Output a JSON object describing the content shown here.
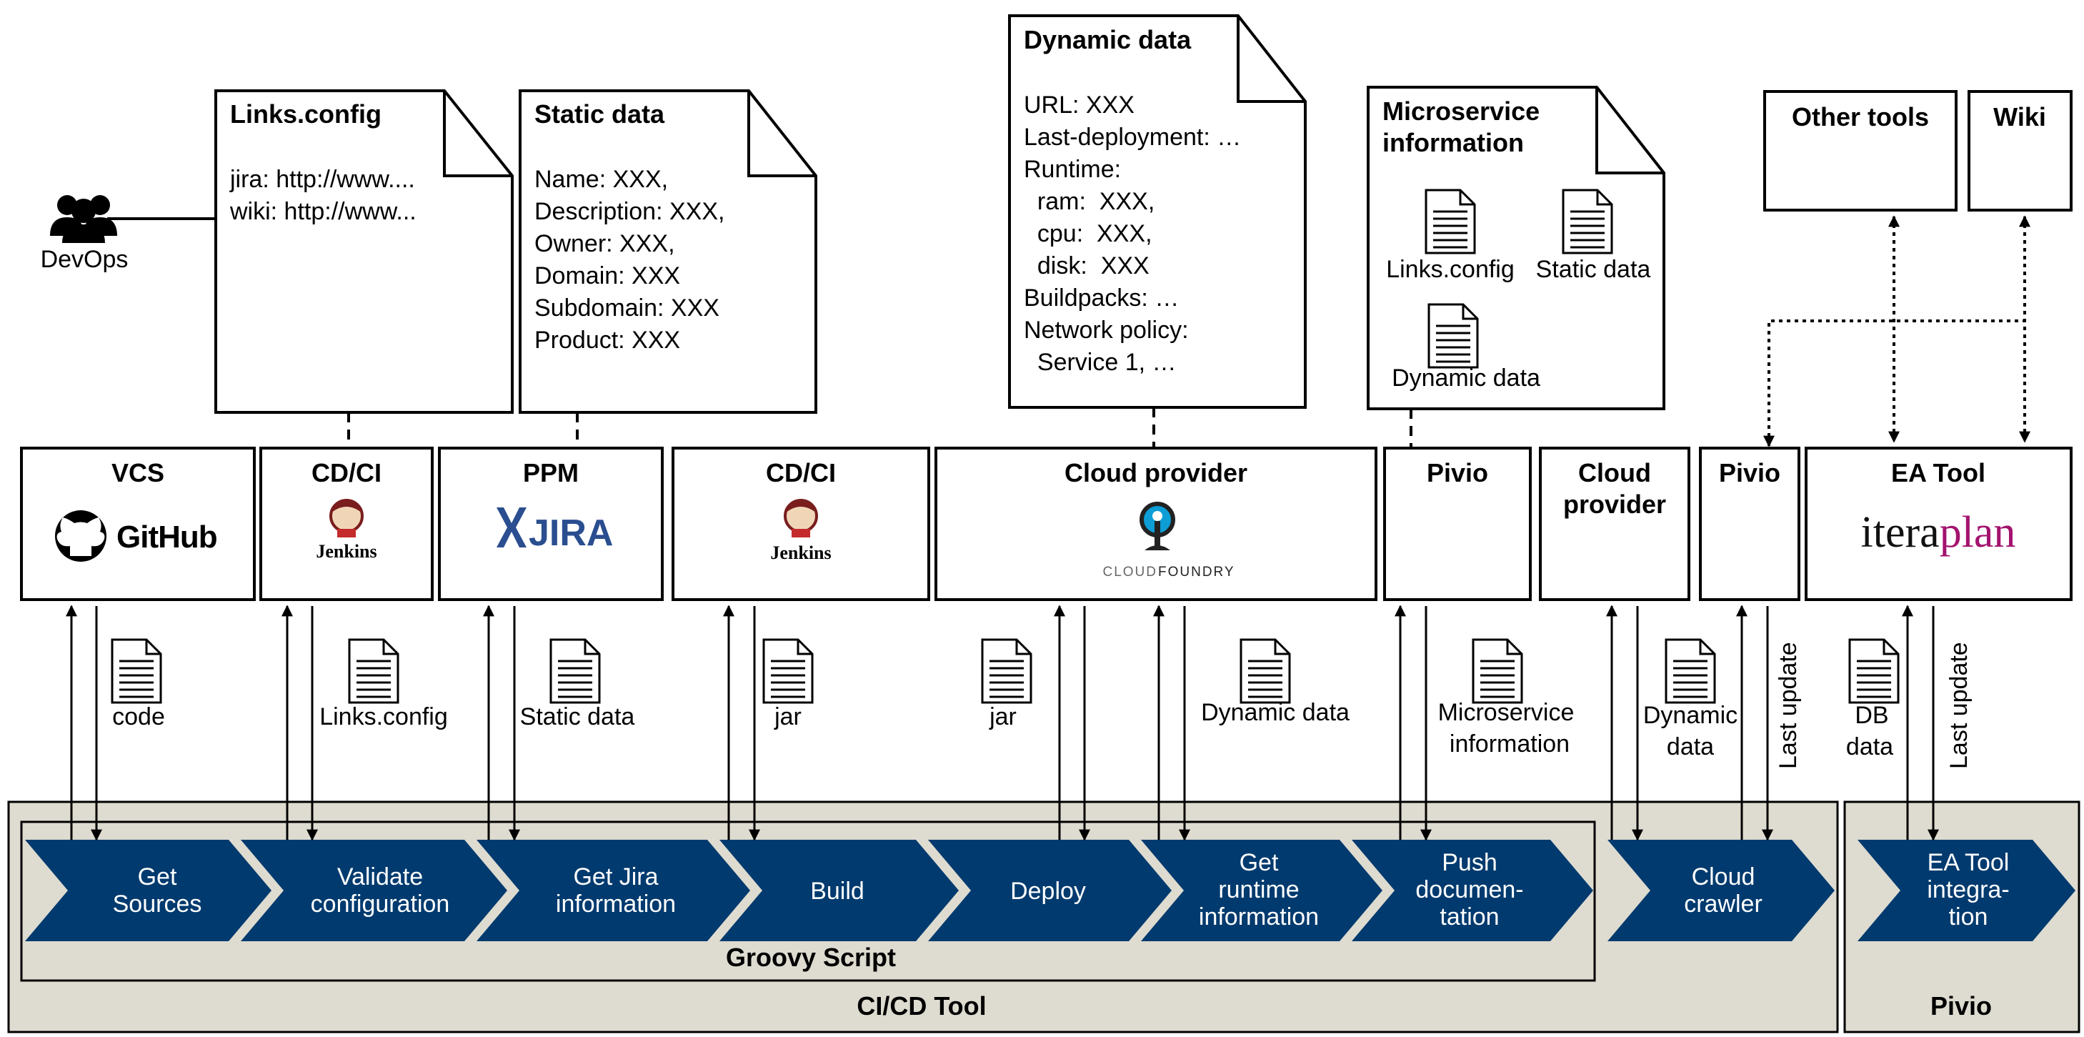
{
  "devops": {
    "label": "DevOps"
  },
  "docs": {
    "links_config": {
      "title": "Links.config",
      "lines": [
        "jira: http://www....",
        "wiki: http://www..."
      ]
    },
    "static_data": {
      "title": "Static data",
      "lines": [
        "Name: XXX,",
        "Description: XXX,",
        "Owner: XXX,",
        "Domain: XXX",
        "Subdomain: XXX",
        "Product: XXX"
      ]
    },
    "dynamic_data": {
      "title": "Dynamic data",
      "lines": [
        "URL: XXX",
        "Last-deployment: …",
        "Runtime:",
        "  ram:  XXX,",
        "  cpu:  XXX,",
        "  disk:  XXX",
        "Buildpacks: …",
        "Network policy:",
        "  Service 1, …"
      ]
    },
    "microservice_info": {
      "title_lines": [
        "Microservice",
        "information"
      ],
      "items": [
        "Links.config",
        "Static data",
        "Dynamic data"
      ]
    }
  },
  "tools": {
    "other_tools": "Other tools",
    "wiki": "Wiki",
    "vcs": {
      "title": "VCS",
      "logo": "GitHub"
    },
    "cdci1": {
      "title": "CD/CI",
      "logo": "Jenkins"
    },
    "ppm": {
      "title": "PPM",
      "logo": "JIRA"
    },
    "cdci2": {
      "title": "CD/CI",
      "logo": "Jenkins"
    },
    "cloud_provider": {
      "title": "Cloud provider",
      "logo_a": "CLOUD",
      "logo_b": "FOUNDRY"
    },
    "pivio1": {
      "title": "Pivio"
    },
    "cloud_provider2": {
      "title_lines": [
        "Cloud",
        "provider"
      ]
    },
    "pivio2": {
      "title": "Pivio"
    },
    "ea_tool": {
      "title": "EA Tool",
      "logo_a": "itera",
      "logo_b": "plan"
    }
  },
  "artifacts": {
    "code": "code",
    "links_config": "Links.config",
    "static_data": "Static data",
    "jar1": "jar",
    "jar2": "jar",
    "dynamic_data": "Dynamic data",
    "microservice_info": [
      "Microservice",
      "information"
    ],
    "dynamic_data2": [
      "Dynamic",
      "data"
    ],
    "last_update1": "Last update",
    "db_data": [
      "DB",
      "data"
    ],
    "last_update2": "Last update"
  },
  "pipeline": {
    "steps": [
      [
        "Get",
        "Sources"
      ],
      [
        "Validate",
        "configuration"
      ],
      [
        "Get Jira",
        "information"
      ],
      [
        "Build"
      ],
      [
        "Deploy"
      ],
      [
        "Get",
        "runtime",
        "information"
      ],
      [
        "Push",
        "documen-",
        "tation"
      ],
      [
        "Cloud",
        "crawler"
      ],
      [
        "EA Tool",
        "integra-",
        "tion"
      ]
    ],
    "groovy_label": "Groovy Script",
    "cicd_label": "CI/CD Tool",
    "pivio_label": "Pivio"
  },
  "colors": {
    "chevron": "#003a6e",
    "panel": "#dedbd0",
    "line": "#000000",
    "jira_blue": "#2a4e8f",
    "iteraplan_magenta": "#a3136f"
  }
}
